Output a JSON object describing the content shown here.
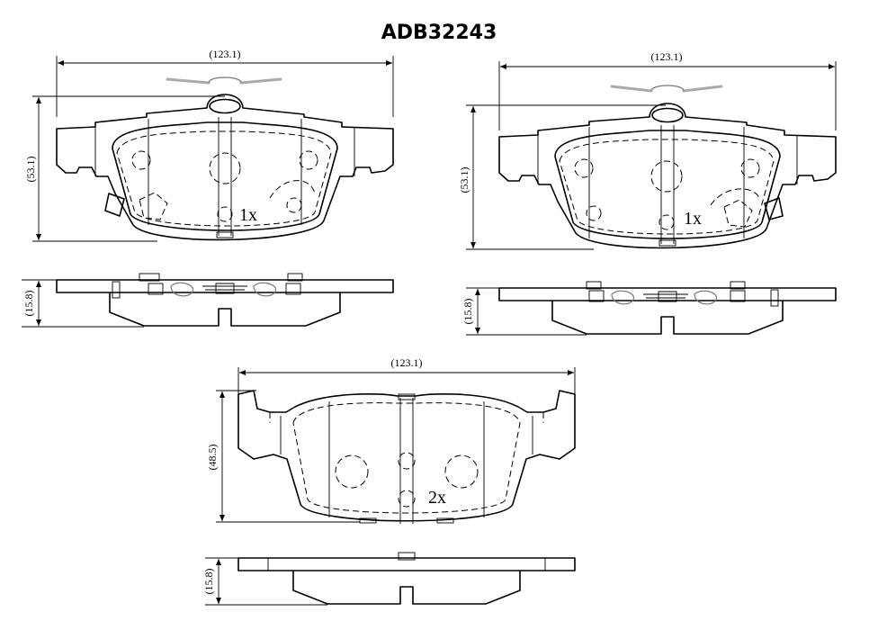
{
  "title": "ADB32243",
  "pad_top_left": {
    "width_label": "(123.1)",
    "height_label": "(53.1)",
    "quantity": "1x",
    "side_thickness_label": "(15.8)"
  },
  "pad_top_right": {
    "width_label": "(123.1)",
    "height_label": "(53.1)",
    "quantity": "1x",
    "side_thickness_label": "(15.8)"
  },
  "pad_bottom": {
    "width_label": "(123.1)",
    "height_label": "(48.5)",
    "quantity": "2x",
    "side_thickness_label": "(15.8)"
  }
}
